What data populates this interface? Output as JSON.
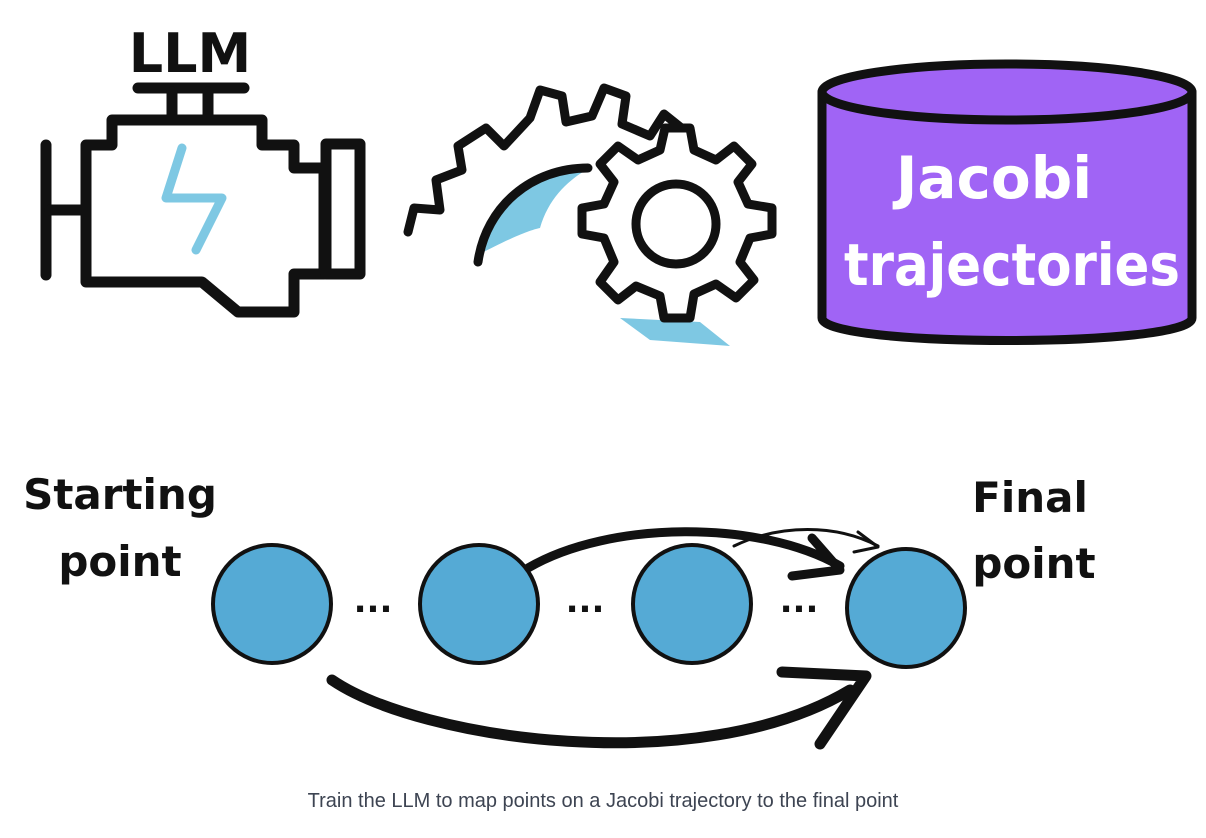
{
  "icons": {
    "engine_label": "LLM",
    "database_label_line1": "Jacobi",
    "database_label_line2": "trajectories"
  },
  "trajectory": {
    "start_label_line1": "Starting",
    "start_label_line2": "point",
    "end_label_line1": "Final",
    "end_label_line2": "point",
    "ellipsis": "...",
    "point_count": 4
  },
  "caption": "Train the LLM to map points on a Jacobi trajectory to the final point",
  "colors": {
    "ink": "#111111",
    "accent_blue": "#7ec8e3",
    "database_purple": "#a064f5",
    "point_fill": "#55aad5"
  }
}
